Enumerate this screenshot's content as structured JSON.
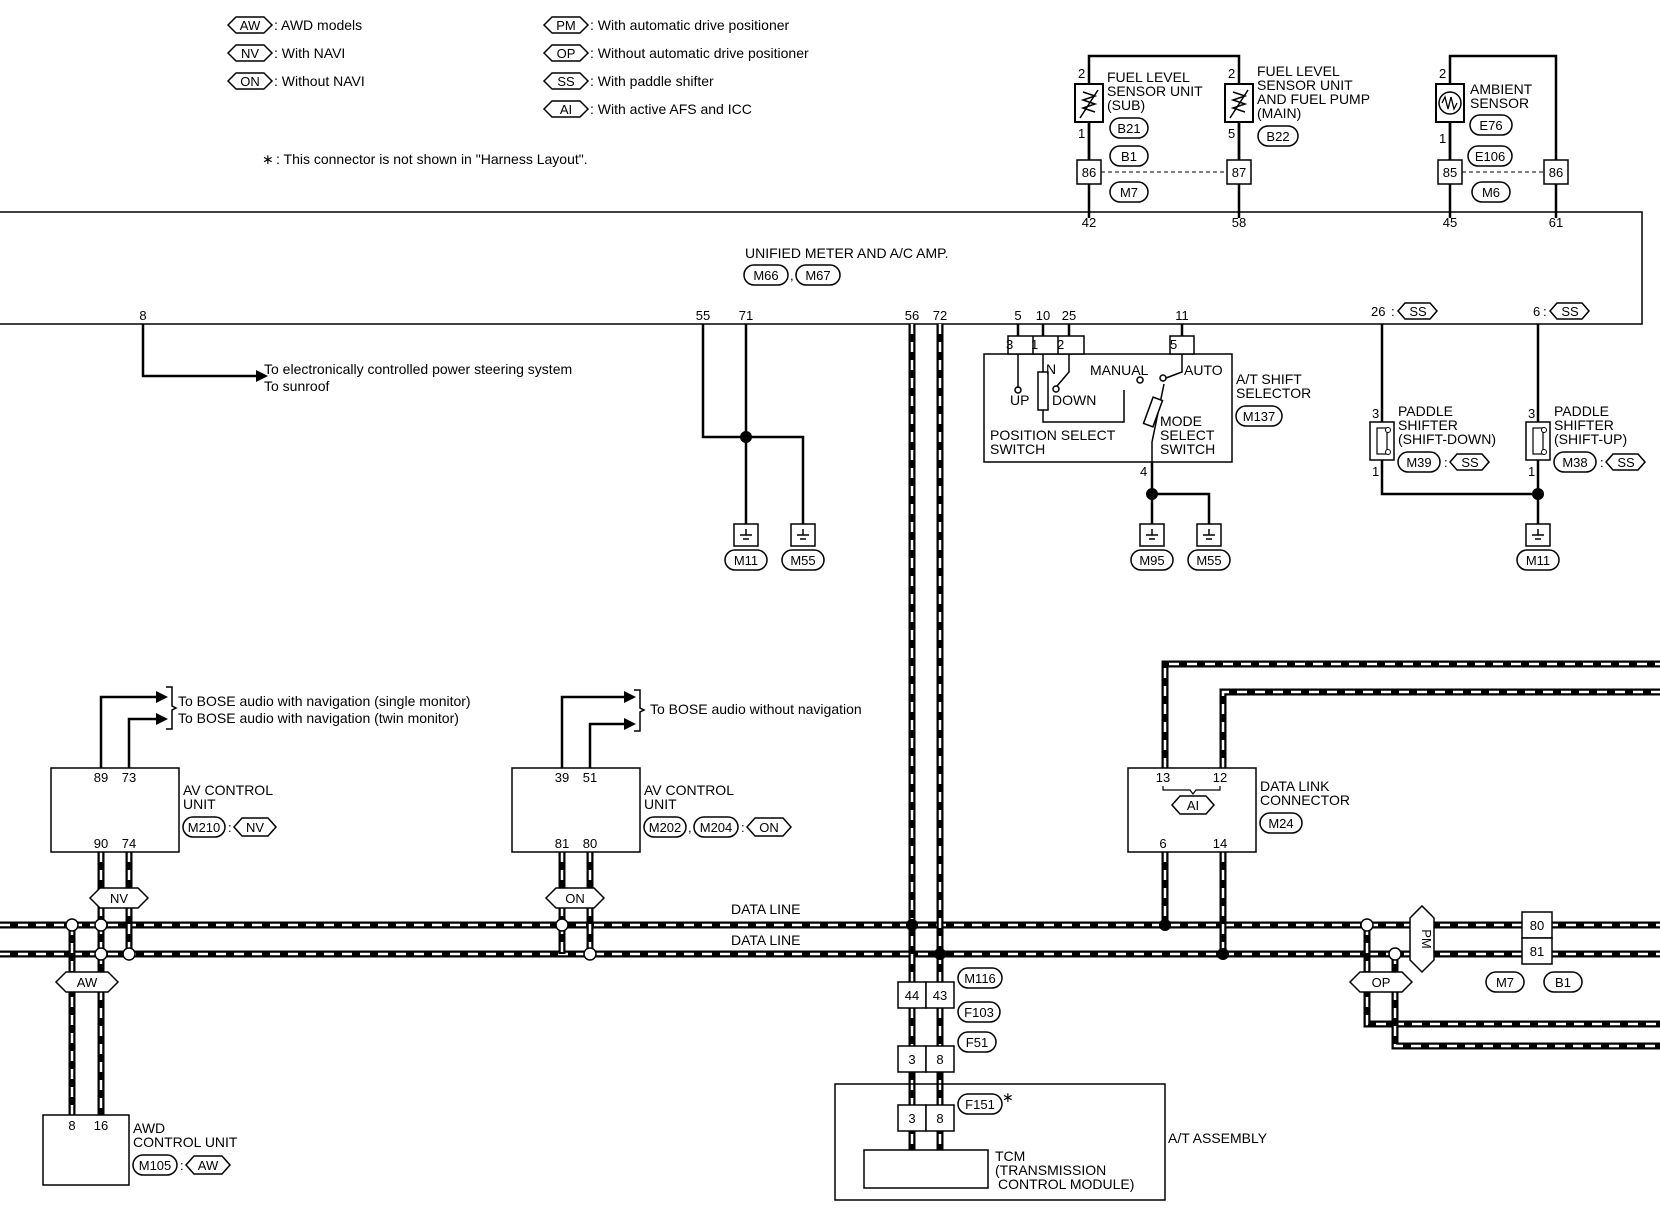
{
  "legend": {
    "left": [
      {
        "code": "AW",
        "desc": ": AWD models"
      },
      {
        "code": "NV",
        "desc": ": With NAVI"
      },
      {
        "code": "ON",
        "desc": ": Without NAVI"
      }
    ],
    "right": [
      {
        "code": "PM",
        "desc": ": With automatic drive positioner"
      },
      {
        "code": "OP",
        "desc": ": Without automatic drive positioner"
      },
      {
        "code": "SS",
        "desc": ": With paddle shifter"
      },
      {
        "code": "AI",
        "desc": ": With active AFS and ICC"
      }
    ],
    "note": ": This connector is not shown in \"Harness Layout\"."
  },
  "fuel_sub": {
    "name": [
      "FUEL LEVEL",
      "SENSOR UNIT",
      "(SUB)"
    ],
    "pin_top": "2",
    "pin_bottom": "1",
    "conn": "B21"
  },
  "fuel_main": {
    "name": [
      "FUEL LEVEL",
      "SENSOR UNIT",
      "AND FUEL PUMP",
      "(MAIN)"
    ],
    "pin_top": "2",
    "pin_bottom": "5",
    "conn": "B22"
  },
  "fuel_joint": {
    "conn_upper": "B1",
    "conn_lower": "M7",
    "pin_left": "86",
    "pin_right": "87"
  },
  "ambient": {
    "name": [
      "AMBIENT",
      "SENSOR"
    ],
    "pin_top": "2",
    "pin_bottom": "1",
    "conn": "E76",
    "conn2": "E106",
    "conn3": "M6",
    "pin_left": "85",
    "pin_right": "86"
  },
  "meter": {
    "name": "UNIFIED METER AND A/C AMP.",
    "conn1": "M66",
    "conn2": "M67",
    "top_pins": [
      "42",
      "58",
      "45",
      "61"
    ],
    "bottom_pins": [
      "8",
      "55",
      "71",
      "56",
      "72",
      "5",
      "10",
      "25",
      "11"
    ],
    "ss_pin1": "26",
    "ss_pin2": "6"
  },
  "steering_note": [
    "To electronically controlled power steering system",
    "To sunroof"
  ],
  "grounds": {
    "g1": "M11",
    "g2": "M55",
    "g3": "M95",
    "g4": "M55",
    "g5": "M11"
  },
  "selector": {
    "name": [
      "A/T SHIFT",
      "SELECTOR"
    ],
    "conn": "M137",
    "pins_top": [
      "3",
      "1",
      "2",
      "5"
    ],
    "pin_bottom": "4",
    "n_label": "N",
    "up_label": "UP",
    "down_label": "DOWN",
    "manual_label": "MANUAL",
    "auto_label": "AUTO",
    "pos_switch": [
      "POSITION SELECT",
      "SWITCH"
    ],
    "mode_switch": [
      "MODE",
      "SELECT",
      "SWITCH"
    ]
  },
  "paddle_down": {
    "name": [
      "PADDLE",
      "SHIFTER",
      "(SHIFT-DOWN)"
    ],
    "conn": "M39",
    "pin_top": "3",
    "pin_bottom": "1",
    "tag": "SS"
  },
  "paddle_up": {
    "name": [
      "PADDLE",
      "SHIFTER",
      "(SHIFT-UP)"
    ],
    "conn": "M38",
    "pin_top": "3",
    "pin_bottom": "1",
    "tag": "SS"
  },
  "bose_nav": [
    "To BOSE audio with navigation (single monitor)",
    "To BOSE audio with navigation (twin monitor)"
  ],
  "bose_no_nav": "To BOSE audio without navigation",
  "av_nav": {
    "name": [
      "AV CONTROL",
      "UNIT"
    ],
    "conn": "M210",
    "tag": "NV",
    "pins_top": [
      "89",
      "73"
    ],
    "pins_bottom": [
      "90",
      "74"
    ]
  },
  "av_no_nav": {
    "name": [
      "AV CONTROL",
      "UNIT"
    ],
    "conn1": "M202",
    "conn2": "M204",
    "tag": "ON",
    "pins_top": [
      "39",
      "51"
    ],
    "pins_bottom": [
      "81",
      "80"
    ]
  },
  "data_link": {
    "name": [
      "DATA LINK",
      "CONNECTOR"
    ],
    "conn": "M24",
    "tag": "AI",
    "pins_top": [
      "13",
      "12"
    ],
    "pins_bottom": [
      "6",
      "14"
    ]
  },
  "data_line_labels": [
    "DATA LINE",
    "DATA LINE"
  ],
  "route_tags": {
    "nv": "NV",
    "on": "ON",
    "aw": "AW",
    "op": "OP",
    "pm": "PM"
  },
  "m7_b1": {
    "pin_top": "80",
    "pin_bottom": "81",
    "conn1": "M7",
    "conn2": "B1"
  },
  "tcm_route": {
    "conn_a": "M116",
    "pins_a": [
      "44",
      "43"
    ],
    "conn_b": "F103",
    "conn_c": "F51",
    "pins_c": [
      "3",
      "8"
    ],
    "conn_d": "F151",
    "pins_d": [
      "3",
      "8"
    ]
  },
  "at_assembly": {
    "name": "A/T ASSEMBLY",
    "tcm": [
      "TCM",
      "(TRANSMISSION",
      "CONTROL MODULE)"
    ]
  },
  "awd_unit": {
    "name": [
      "AWD",
      "CONTROL UNIT"
    ],
    "conn": "M105",
    "tag": "AW",
    "pins": [
      "8",
      "16"
    ]
  }
}
